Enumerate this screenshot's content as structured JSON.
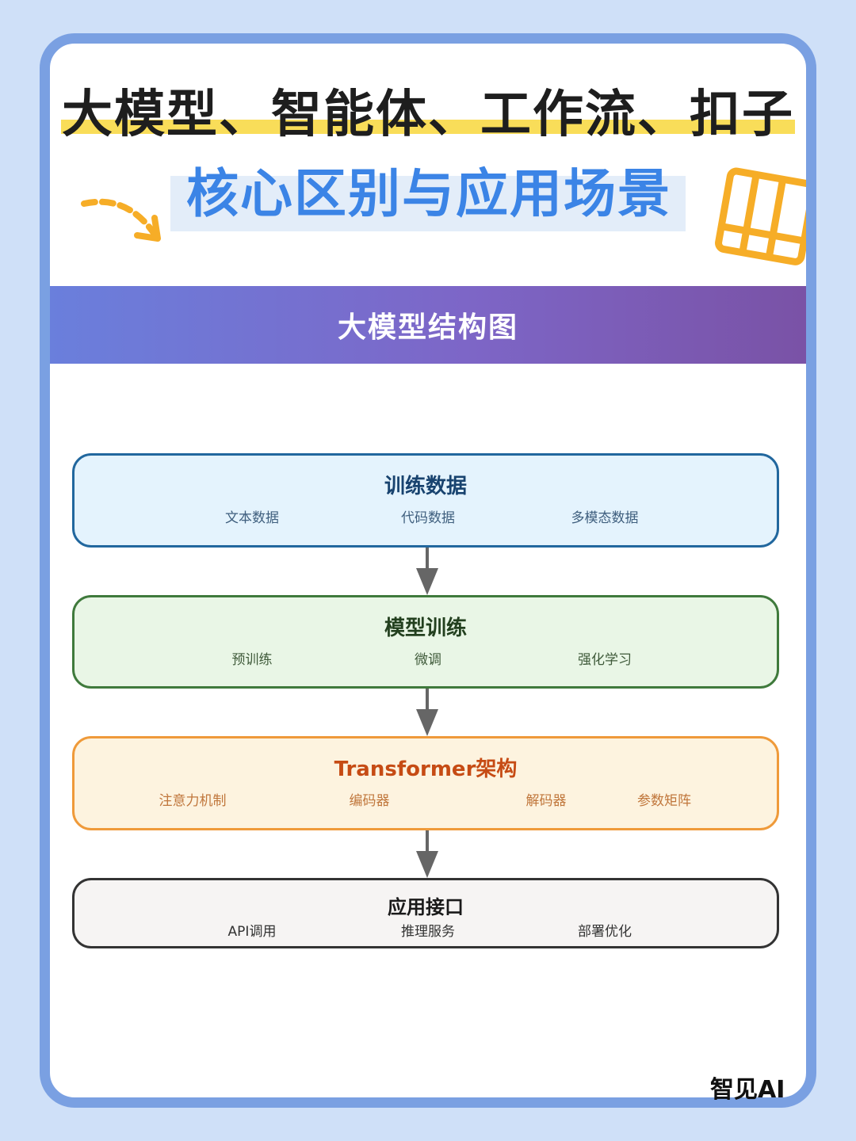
{
  "header": {
    "title_line1": "大模型、智能体、工作流、扣子",
    "title_line2": "核心区别与应用场景"
  },
  "colors": {
    "page_bg": "#cfe0f8",
    "card_border": "#7aa0e2",
    "highlight_yellow": "#f9dd59",
    "title_blue": "#3b84e6",
    "deco_orange": "#f6ad27"
  },
  "banner": {
    "title": "大模型结构图"
  },
  "diagram": {
    "layers": [
      {
        "title": "训练数据",
        "items": [
          "文本数据",
          "代码数据",
          "多模态数据"
        ]
      },
      {
        "title": "模型训练",
        "items": [
          "预训练",
          "微调",
          "强化学习"
        ]
      },
      {
        "title": "Transformer架构",
        "items": [
          "注意力机制",
          "编码器",
          "解码器",
          "参数矩阵"
        ]
      },
      {
        "title": "应用接口",
        "items": [
          "API调用",
          "推理服务",
          "部署优化"
        ]
      }
    ]
  },
  "footer": {
    "logo": "智见AI"
  }
}
